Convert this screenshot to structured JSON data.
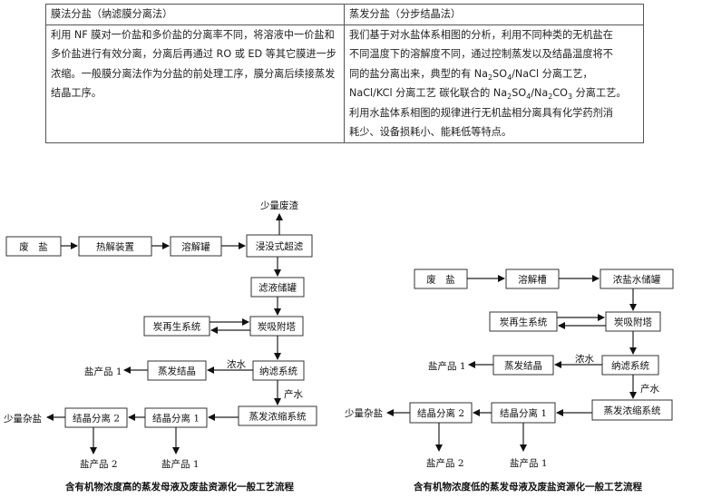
{
  "table": {
    "col1_header": "膜法分盐（纳滤膜分离法）",
    "col2_header": "蒸发分盐（分步结晶法）",
    "col1_body": "利用 NF 膜对一价盐和多价盐的分离率不同，将溶液中一价盐和多价盐进行有效分离，分离后再通过 RO 或 ED 等其它膜进一步浓缩。一般膜分离法作为分盐的前处理工序，膜分离后续接蒸发结晶工序。",
    "col2_body_lines": [
      "我们基于对水盐体系相图的分析，利用不同种类的无机盐在",
      "不同温度下的溶解度不同，通过控制蒸发以及结晶温度将不",
      "同的盐分离出来，典型的有 Na",
      "2",
      "SO",
      "4",
      "/NaCl 分离工艺，",
      "NaCl/KCl 分离工艺 碳化联合的 Na",
      "2",
      "SO",
      "4",
      "/Na",
      "2",
      "CO",
      "3",
      " 分离工艺。",
      "利用水盐体系相图的规律进行无机盐相分离具有化学药剂消",
      "耗少、设备损耗小、能耗低等特点。"
    ]
  },
  "left_flow": {
    "caption": "含有机物浓度高的蒸发母液及废盐资源化一般工艺流程",
    "nodes": {
      "waste_salt": "废　盐",
      "pyrolysis": "热解装置",
      "dissolve_tank": "溶解罐",
      "immersion_filter": "浸没式超滤",
      "filtrate_tank": "滤液储罐",
      "carbon_regen": "炭再生系统",
      "carbon_tower": "炭吸附塔",
      "evap_cryst": "蒸发结晶",
      "nf_system": "纳滤系统",
      "evap_conc": "蒸发浓缩系统",
      "cryst_sep1": "结晶分离 1",
      "cryst_sep2": "结晶分离 2"
    },
    "labels": {
      "residue": "少量废渣",
      "conc_water": "浓水",
      "product_water": "产水",
      "salt1": "盐产品 1",
      "salt1b": "盐产品 1",
      "salt2": "盐产品 2",
      "mixed_salt": "少量杂盐"
    }
  },
  "right_flow": {
    "caption": "含有机物浓度低的蒸发母液及废盐资源化一般工艺流程",
    "nodes": {
      "waste_salt": "废　盐",
      "dissolve_tank": "溶解槽",
      "brine_tank": "浓盐水储罐",
      "carbon_regen": "炭再生系统",
      "carbon_tower": "炭吸附塔",
      "evap_cryst": "蒸发结晶",
      "nf_system": "纳滤系统",
      "evap_conc": "蒸发浓缩系统",
      "cryst_sep1": "结晶分离 1",
      "cryst_sep2": "结晶分离 2"
    },
    "labels": {
      "conc_water": "浓水",
      "product_water": "产水",
      "salt1": "盐产品 1",
      "salt1b": "盐产品 1",
      "salt2": "盐产品 2",
      "mixed_salt": "少量杂盐"
    }
  }
}
